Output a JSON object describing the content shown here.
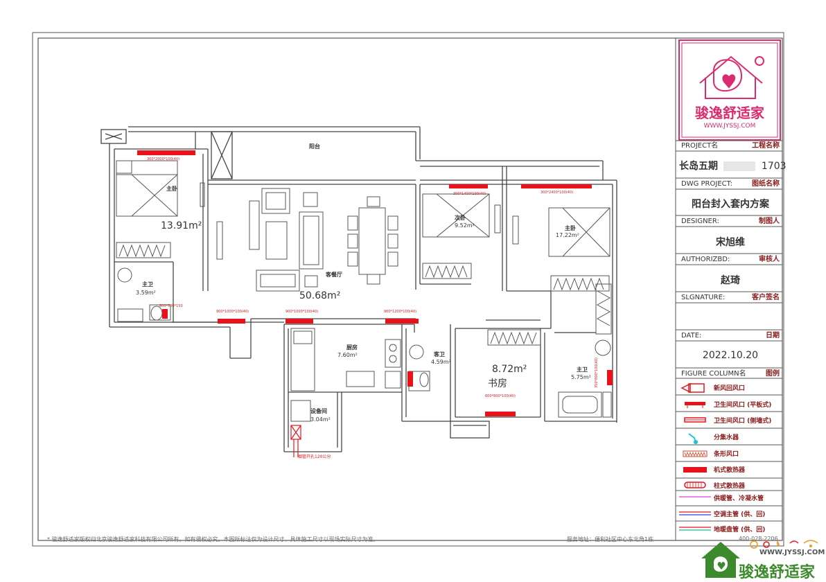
{
  "title_block": {
    "logo_text": "骏逸舒适家",
    "logo_url": "WWW.JYSSJ.COM",
    "project_label": "PROJECT名",
    "project_label_cn": "工程名称",
    "project_value_left": "长岛五期",
    "project_value_right": "1703",
    "dwg_label": "DWG PROJECT:",
    "dwg_label_cn": "图纸名称",
    "dwg_value": "阳台封入套内方案",
    "designer_label": "DESIGNER:",
    "designer_label_cn": "制图人",
    "designer_value": "宋旭维",
    "authorized_label": "AUTHORIZBD:",
    "authorized_label_cn": "审核人",
    "authorized_value": "赵琦",
    "signature_label": "SLGNATURE:",
    "signature_label_cn": "客户签名",
    "date_label": "DATE:",
    "date_label_cn": "日期",
    "date_value": "2022.10.20",
    "figure_label": "FIGURE COLUMN名",
    "figure_label_cn": "图例"
  },
  "legend": [
    {
      "icon": "return-air-icon",
      "label": "新风回风口"
    },
    {
      "icon": "supply-vent-flat-icon",
      "label": "卫生间风口 (平板式)"
    },
    {
      "icon": "supply-vent-side-icon",
      "label": "卫生间风口 (侧墙式)"
    },
    {
      "icon": "water-pipe-icon",
      "label": "分集水器"
    },
    {
      "icon": "strip-icon",
      "label": "条形风口"
    },
    {
      "icon": "red-vent-icon",
      "label": "机式散热器"
    },
    {
      "icon": "coil-icon",
      "label": "柱式散热器"
    },
    {
      "icon": "magenta-line-icon",
      "label": "供暖管、冷凝水管"
    },
    {
      "icon": "double-line-icon",
      "label": "空调主管 (供、回)"
    },
    {
      "icon": "teal-line-icon",
      "label": "地暖盘管 (供、回)"
    }
  ],
  "rooms": [
    {
      "name": "主卧",
      "area": "13.91m²"
    },
    {
      "name": "主卫",
      "area": "3.59m²"
    },
    {
      "name": "客餐厅",
      "area": "50.68m²"
    },
    {
      "name": "阳台",
      "area": ""
    },
    {
      "name": "次卧",
      "area": "9.52m²"
    },
    {
      "name": "主卧",
      "area": "17.22m²"
    },
    {
      "name": "厨房",
      "area": "7.60m²"
    },
    {
      "name": "客卫",
      "area": "4.59m²"
    },
    {
      "name": "书房",
      "area": "8.72m²"
    },
    {
      "name": "主卫",
      "area": "5.75m²"
    },
    {
      "name": "设备间",
      "area": "3.04m²"
    }
  ],
  "vent_labels": [
    "300*2000*100(40)",
    "300*1400*100(40)",
    "300*2400*100(40)",
    "800*500*150",
    "900*1000*100(40)",
    "900*1000*100(40)",
    "900*1200*100(40)",
    "600*800*100(40)",
    "350*800*100(40)"
  ],
  "notes": {
    "flue_note": "烟管开孔120公分",
    "footer_text": "* 骏逸舒适家版权归北京骏逸舒适家科技有限公司所有。如有侵权必究。本图所标注仅为设计尺寸，具体施工尺寸以现场实际尺寸为准。",
    "footer_right": "服务地址：便利社区中心东北角1栋",
    "footer_phone": "400-028-2206",
    "brand_url": "WWW.JYSSJ.COM",
    "brand_name": "骏逸舒适家"
  },
  "colors": {
    "accent_red": "#e8121b",
    "logo_pink": "#d92b6d",
    "brand_green": "#3c8a2c"
  }
}
